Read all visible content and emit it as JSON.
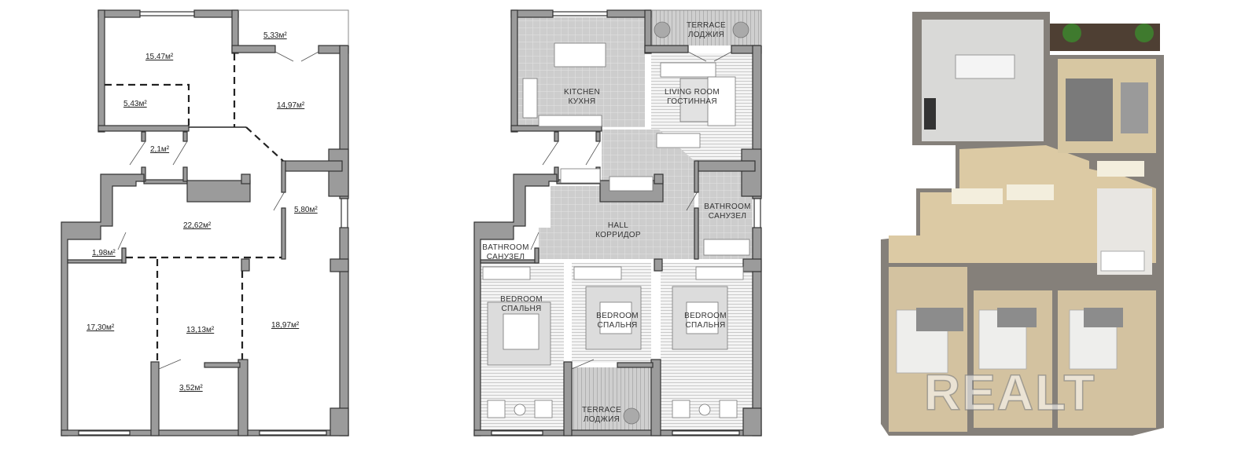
{
  "plan_areas": {
    "a1": "15.47м²",
    "a2": "5,33м²",
    "a3": "5,43м²",
    "a4": "14,97м²",
    "a5": "2,1м²",
    "a6": "22,62м²",
    "a7": "5,80м²",
    "a8": "1,98м²",
    "a9": "17,30м²",
    "a10": "13,13м²",
    "a11": "18,97м²",
    "a12": "3,52м²"
  },
  "plan_rooms": {
    "terrace_top": [
      "TERRACE",
      "ЛОДЖИЯ"
    ],
    "kitchen": [
      "KITCHEN",
      "КУХНЯ"
    ],
    "living": [
      "LIVING ROOM",
      "ГОСТИННАЯ"
    ],
    "hall": [
      "HALL",
      "КОРРИДОР"
    ],
    "bath_right": [
      "BATHROOM",
      "САНУЗЕЛ"
    ],
    "bath_left": [
      "BATHROOM",
      "САНУЗЕЛ"
    ],
    "bed_left": [
      "BEDROOM",
      "СПАЛЬНЯ"
    ],
    "bed_mid": [
      "BEDROOM",
      "СПАЛЬНЯ"
    ],
    "bed_right": [
      "BEDROOM",
      "СПАЛЬНЯ"
    ],
    "terrace_bottom": [
      "TERRACE",
      "ЛОДЖИЯ"
    ]
  },
  "render": {
    "watermark": "REALT"
  },
  "colors": {
    "wall": "#9b9b9b",
    "wall_edge": "#333333",
    "tile": "#cfcfcf",
    "floor3d": "#dccaa4",
    "wall3d": "#85807a"
  }
}
